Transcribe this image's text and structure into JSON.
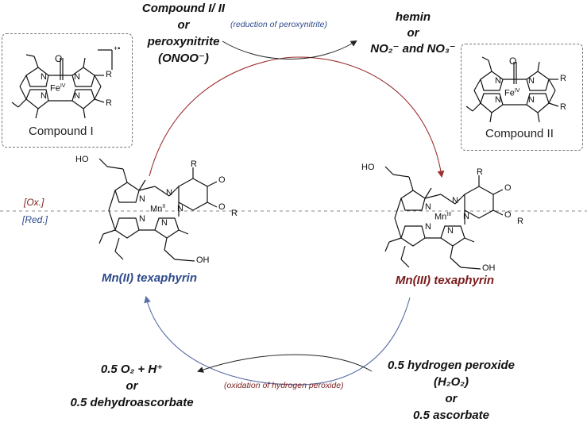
{
  "top_left": {
    "line1": "Compound I/ II",
    "line2": "or",
    "line3": "peroxynitrite",
    "line4": "(ONOO⁻)"
  },
  "top_center": {
    "text": "(reduction of peroxynitrite)"
  },
  "top_right": {
    "line1": "hemin",
    "line2": "or",
    "line3": "NO₂⁻ and NO₃⁻"
  },
  "compound_i": {
    "label": "Compound I",
    "charge": "+•",
    "fe": "Fe",
    "fe_ox": "IV",
    "r": "R",
    "n": "N",
    "o": "O"
  },
  "compound_ii": {
    "label": "Compound II",
    "fe": "Fe",
    "fe_ox": "IV",
    "r": "R",
    "n": "N",
    "o": "O"
  },
  "divider": {
    "ox": "[Ox.]",
    "red": "[Red.]"
  },
  "mn2": {
    "label": "Mn(II) texaphyrin",
    "metal": "Mn",
    "ox": "II",
    "ho": "HO",
    "oh": "OH",
    "n": "N",
    "o": "O",
    "r": "R"
  },
  "mn3": {
    "label": "Mn(III) texaphyrin",
    "metal": "Mn",
    "ox": "III",
    "ho": "HO",
    "oh": "OH",
    "n": "N",
    "o": "O",
    "r": "R"
  },
  "bottom_left": {
    "line1": "0.5 O₂ + H⁺",
    "line2": "or",
    "line3": "0.5 dehydroascorbate"
  },
  "bottom_center": {
    "text": "(oxidation of hydrogen peroxide)"
  },
  "bottom_right": {
    "line1": "0.5 hydrogen peroxide",
    "line2": "(H₂O₂)",
    "line3": "or",
    "line4": "0.5 ascorbate"
  },
  "colors": {
    "blue": "#2e4a8c",
    "red": "#7a1c1c",
    "arc_red": "#9b3030",
    "arc_blue": "#5c6fa8"
  }
}
